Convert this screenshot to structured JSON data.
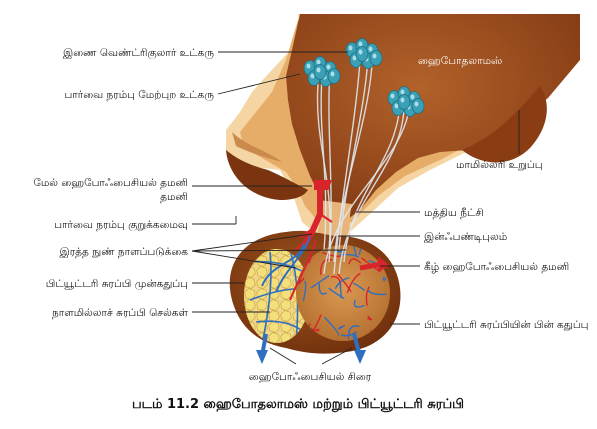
{
  "labels": {
    "supraoptic_nucleus": "இணை வெண்ட்ரிகுலார் உட்கரு",
    "paraventricular_nucleus": "பார்வை நரம்பு மேற்புற உட்கரு",
    "hypothalamus": "ஹைபோதலாமஸ்",
    "mammillary_body": "மாமில்லரி உறுப்பு",
    "superior_hypophyseal_artery": "மேல் ஹைபோஃபைசியல் தமனி",
    "median_eminence": "மத்திய நீட்சி",
    "optic_chiasma": "பார்வை நரம்பு குறுக்கமைவு",
    "infundibulum": "இன்ஃபண்டிபுலம்",
    "capillary_plexus": "இரத்த நுண் நாளப்படுக்கை",
    "inferior_hypophyseal_artery": "கீழ் ஹைபோஃபைசியல் தமனி",
    "anterior_pituitary": "பிட்யூட்டரி சுரப்பி முன்கதுப்பு",
    "ductless_gland_cells": "நாளமில்லாச் சுரப்பி செல்கள்",
    "posterior_pituitary": "பிட்யூட்டரி சுரப்பியின் பின் கதுப்பு",
    "hypophyseal_vein": "ஹைபோஃபைசியல் சிரை"
  },
  "caption": "படம் 11.2 ஹைபோதலாமஸ் மற்றும் பிட்யூட்டரி சுரப்பி",
  "colors": {
    "hypothalamus_brown": "#9a4a1a",
    "tissue_tan": "#e8b06a",
    "pale_tissue": "#f7dcae",
    "gland_brown": "#8c4516",
    "neurons_teal": "#3aa0b5",
    "artery_red": "#d8242b",
    "vein_blue": "#2f6fc2",
    "cells_yellow": "#f3e07a"
  }
}
